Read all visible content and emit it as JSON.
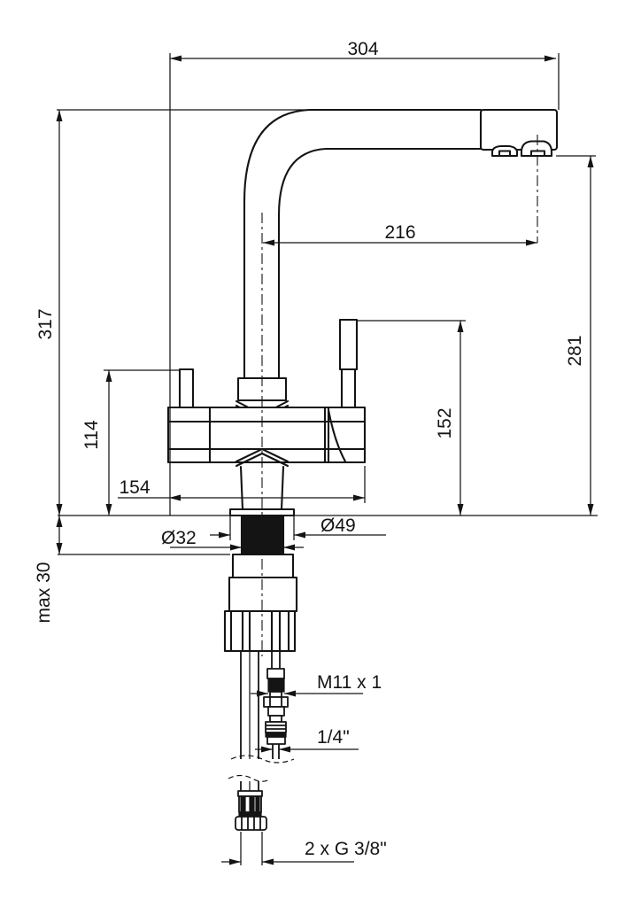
{
  "drawing": {
    "dimensions": {
      "spout_reach": "304",
      "spout_offset": "216",
      "total_height": "317",
      "outlet_height": "281",
      "handle_height": "152",
      "left_handle_height": "114",
      "body_width": "154",
      "base_flange_diameter": "Ø49",
      "shank_diameter": "Ø32",
      "max_deck_thickness": "max 30",
      "filter_connector_thread": "M11 x 1",
      "filter_tube_diameter": "1/4\"",
      "supply_hose_thread": "2 x G 3/8\""
    }
  }
}
